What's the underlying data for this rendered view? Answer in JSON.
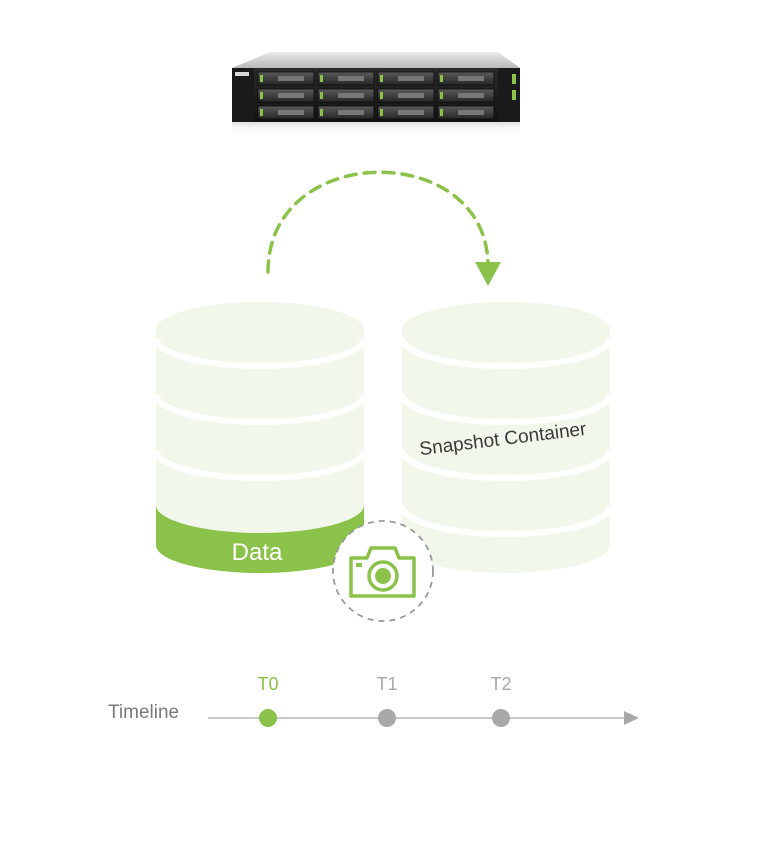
{
  "colors": {
    "accent": "#8bc34a",
    "cylinder_fill": "#f2f7ec",
    "inactive": "#a8a8a8",
    "axis": "#b5b5b5"
  },
  "diagram": {
    "source_label": "Data",
    "target_label": "Snapshot Container",
    "server_icon": "rack-server-icon",
    "snapshot_icon": "camera-icon",
    "arrow_style": "dashed-curved"
  },
  "timeline": {
    "label": "Timeline",
    "points": [
      {
        "label": "T0",
        "active": true
      },
      {
        "label": "T1",
        "active": false
      },
      {
        "label": "T2",
        "active": false
      }
    ]
  }
}
